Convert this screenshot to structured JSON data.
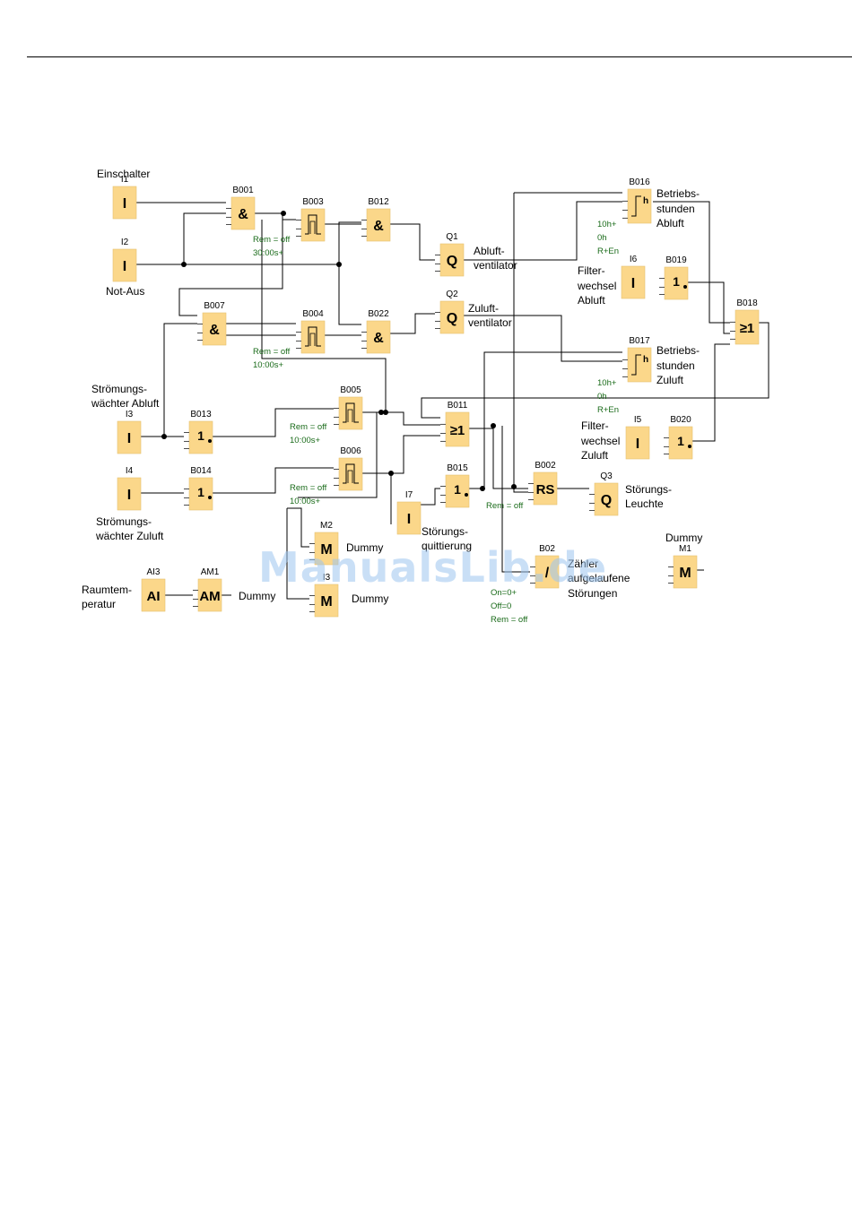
{
  "blocks": [
    {
      "id": "I1",
      "label": "I",
      "title": "I1",
      "name": "Einschalter"
    },
    {
      "id": "I2",
      "label": "I",
      "title": "I2",
      "name": "Not-Aus"
    },
    {
      "id": "I3",
      "label": "I",
      "title": "I3",
      "name1": "Strömungs-",
      "name2": "wächter Abluft"
    },
    {
      "id": "I4",
      "label": "I",
      "title": "I4",
      "name1": "Strömungs-",
      "name2": "wächter Zuluft"
    },
    {
      "id": "I5",
      "label": "I",
      "title": "I5",
      "name1": "Filter-",
      "name2": "wechsel",
      "name3": "Zuluft"
    },
    {
      "id": "I6",
      "label": "I",
      "title": "I6",
      "name1": "Filter-",
      "name2": "wechsel",
      "name3": "Abluft"
    },
    {
      "id": "I7",
      "label": "I",
      "title": "I7",
      "name1": "Störungs-",
      "name2": "quittierung"
    },
    {
      "id": "AI3",
      "label": "AI",
      "title": "AI3",
      "name1": "Raumtem-",
      "name2": "peratur"
    },
    {
      "id": "AM1",
      "label": "AM",
      "title": "AM1",
      "name": "Dummy"
    },
    {
      "id": "B001",
      "label": "&",
      "title": "B001"
    },
    {
      "id": "B007",
      "label": "&",
      "title": "B007"
    },
    {
      "id": "B012",
      "label": "&",
      "title": "B012"
    },
    {
      "id": "B022",
      "label": "&",
      "title": "B022"
    },
    {
      "id": "B003",
      "label": "",
      "title": "B003",
      "p1": "Rem = off",
      "p2": "30:00s+"
    },
    {
      "id": "B004",
      "label": "",
      "title": "B004",
      "p1": "Rem = off",
      "p2": "10:00s+"
    },
    {
      "id": "B005",
      "label": "",
      "title": "B005",
      "p1": "Rem = off",
      "p2": "10:00s+"
    },
    {
      "id": "B006",
      "label": "",
      "title": "B006",
      "p1": "Rem = off",
      "p2": "10:00s+"
    },
    {
      "id": "B013",
      "label": "1",
      "title": "B013"
    },
    {
      "id": "B014",
      "label": "1",
      "title": "B014"
    },
    {
      "id": "B015",
      "label": "1",
      "title": "B015"
    },
    {
      "id": "B019",
      "label": "1",
      "title": "B019"
    },
    {
      "id": "B020",
      "label": "1",
      "title": "B020"
    },
    {
      "id": "B011",
      "label": "≥1",
      "title": "B011"
    },
    {
      "id": "B018",
      "label": "≥1",
      "title": "B018"
    },
    {
      "id": "B002",
      "label": "RS",
      "title": "B002",
      "p1": "Rem = off"
    },
    {
      "id": "B016",
      "label": "h",
      "title": "B016",
      "p1": "10h+",
      "p2": "0h",
      "p3": "R+En",
      "name1": "Betriebs-",
      "name2": "stunden",
      "name3": "Abluft"
    },
    {
      "id": "B017",
      "label": "h",
      "title": "B017",
      "p1": "10h+",
      "p2": "0h",
      "p3": "R+En",
      "name1": "Betriebs-",
      "name2": "stunden",
      "name3": "Zuluft"
    },
    {
      "id": "B02",
      "label": "/",
      "title": "B02",
      "p1": "On=0+",
      "p2": "Off=0",
      "p3": "Rem = off",
      "name1": "Zähler",
      "name2": "aufgelaufene",
      "name3": "Störungen"
    },
    {
      "id": "Q1",
      "label": "Q",
      "title": "Q1",
      "name1": "Abluft-",
      "name2": "ventilator"
    },
    {
      "id": "Q2",
      "label": "Q",
      "title": "Q2",
      "name1": "Zuluft-",
      "name2": "ventilator"
    },
    {
      "id": "Q3",
      "label": "Q",
      "title": "Q3",
      "name1": "Störungs-",
      "name2": "Leuchte"
    },
    {
      "id": "M1",
      "label": "M",
      "title": "M1",
      "name": "Dummy"
    },
    {
      "id": "M2",
      "label": "M",
      "title": "M2",
      "name": "Dummy"
    },
    {
      "id": "M3",
      "label": "M",
      "title": "I3",
      "name": "Dummy"
    }
  ],
  "watermark": "ManualsLib.de",
  "colors": {
    "block_fill": "#fbd78a",
    "block_text": "#000000",
    "param_text": "#1a6b1a",
    "wire": "#000000"
  }
}
